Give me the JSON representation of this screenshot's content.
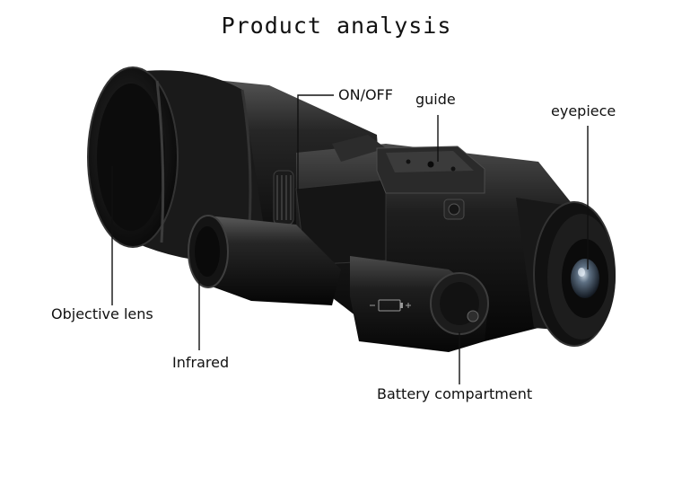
{
  "title": "Product analysis",
  "labels": {
    "on_off": "ON/OFF",
    "guide": "guide",
    "eyepiece": "eyepiece",
    "objective_lens": "Objective lens",
    "infrared": "Infrared",
    "battery_compartment": "Battery compartment"
  }
}
